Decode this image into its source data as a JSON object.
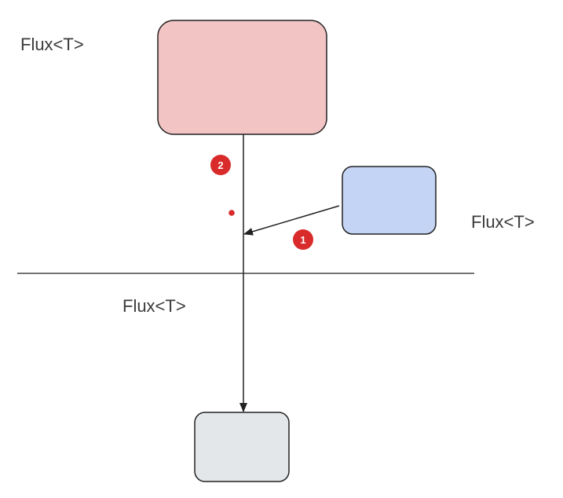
{
  "labels": {
    "top_left": "Flux<T>",
    "right": "Flux<T>",
    "bottom_left": "Flux<T>"
  },
  "badges": {
    "one": "1",
    "two": "2"
  },
  "colors": {
    "source_box_fill": "#f2c4c4",
    "merge_box_fill": "#c4d4f4",
    "result_box_fill": "#e4e7e9",
    "badge_fill": "#d92b2b",
    "stroke": "#222222"
  }
}
